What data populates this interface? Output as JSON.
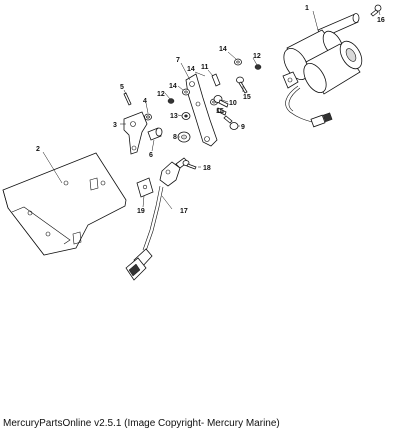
{
  "diagram": {
    "callouts": [
      "1",
      "2",
      "3",
      "4",
      "5",
      "6",
      "7",
      "8",
      "9",
      "10",
      "11",
      "12",
      "12",
      "13",
      "14",
      "14",
      "14",
      "15",
      "15",
      "16",
      "17",
      "18",
      "19"
    ]
  },
  "caption": "MercuryPartsOnline v2.5.1 (Image Copyright- Mercury Marine)"
}
